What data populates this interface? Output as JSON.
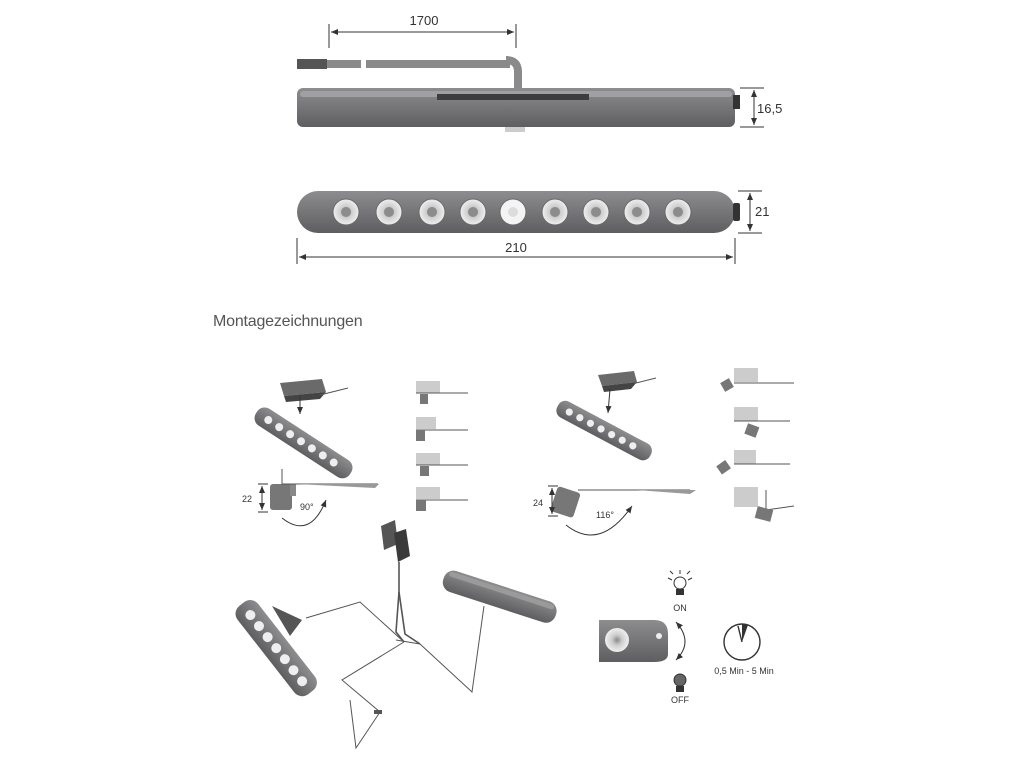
{
  "dimensions": {
    "cable_length": "1700",
    "height": "16,5",
    "width": "21",
    "length": "210"
  },
  "section_title": "Montagezeichnungen",
  "mounting": {
    "left": {
      "height": "22",
      "angle": "90°"
    },
    "right": {
      "height": "24",
      "angle": "116°"
    }
  },
  "switch": {
    "on_label": "ON",
    "off_label": "OFF",
    "timer_label": "0,5 Min - 5 Min"
  },
  "colors": {
    "housing": "#7b7b7d",
    "housing_dark": "#5c5c5e",
    "lens": "#d9d9d9",
    "line": "#555555"
  }
}
